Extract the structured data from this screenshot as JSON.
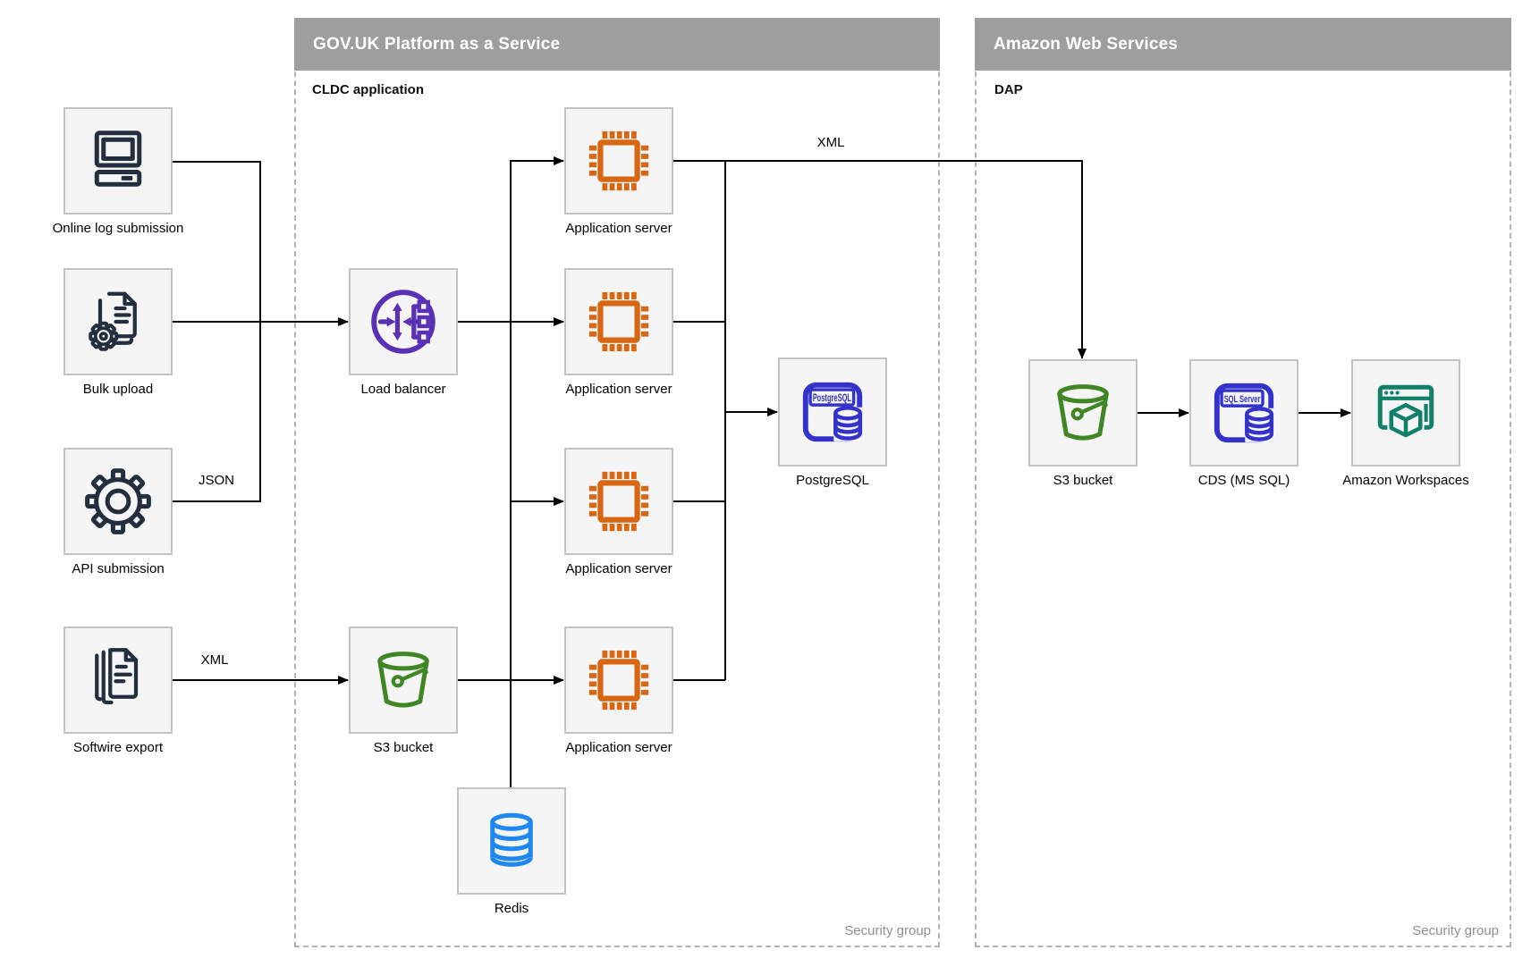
{
  "groups": {
    "paas": {
      "title": "GOV.UK Platform as a Service",
      "subtitle": "CLDC application",
      "footer": "Security group"
    },
    "aws": {
      "title": "Amazon Web Services",
      "subtitle": "DAP",
      "footer": "Security group"
    }
  },
  "nodes": {
    "online_log": {
      "label": "Online log submission",
      "icon": "desktop-computer-icon"
    },
    "bulk_upload": {
      "label": "Bulk upload",
      "icon": "document-gear-icon"
    },
    "api_submission": {
      "label": "API submission",
      "icon": "gear-icon"
    },
    "softwire_export": {
      "label": "Softwire export",
      "icon": "documents-stack-icon"
    },
    "load_balancer": {
      "label": "Load balancer",
      "icon": "load-balancer-icon"
    },
    "s3_paas": {
      "label": "S3 bucket",
      "icon": "bucket-icon"
    },
    "app_server_1": {
      "label": "Application server",
      "icon": "chip-icon"
    },
    "app_server_2": {
      "label": "Application server",
      "icon": "chip-icon"
    },
    "app_server_3": {
      "label": "Application server",
      "icon": "chip-icon"
    },
    "app_server_4": {
      "label": "Application server",
      "icon": "chip-icon"
    },
    "redis": {
      "label": "Redis",
      "icon": "database-icon"
    },
    "postgresql": {
      "label": "PostgreSQL",
      "icon": "postgresql-icon",
      "icon_text": "PostgreSQL"
    },
    "s3_aws": {
      "label": "S3 bucket",
      "icon": "bucket-icon"
    },
    "cds": {
      "label": "CDS (MS SQL)",
      "icon": "sql-server-icon",
      "icon_text": "SQL Server"
    },
    "workspaces": {
      "label": "Amazon Workspaces",
      "icon": "browser-cube-icon"
    }
  },
  "edge_labels": {
    "xml_top": "XML",
    "json": "JSON",
    "xml_softwire": "XML"
  },
  "colors": {
    "group_bar": "#9e9e9e",
    "group_border": "#b3b3b3",
    "node_fill": "#f5f5f5",
    "node_border": "#c3c3c3",
    "edge": "#000000",
    "navy_icon": "#232f3e",
    "orange_icon": "#d86613",
    "purple_icon": "#5a30b5",
    "green_icon": "#3f8624",
    "indigo_icon": "#3333cc",
    "blue_icon": "#1e87f2",
    "teal_icon": "#128069",
    "footer_text": "#8e8e8e"
  }
}
